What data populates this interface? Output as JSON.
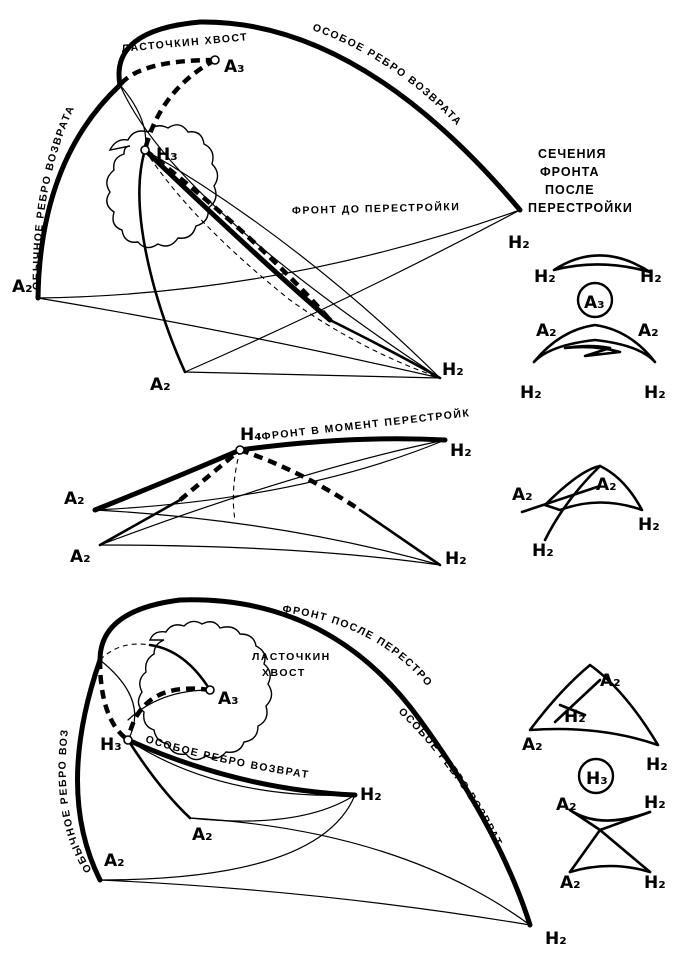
{
  "labels": {
    "a2": "A₂",
    "h2": "H₂",
    "a3": "A₃",
    "h3": "H₃",
    "h4": "H₄"
  },
  "captions": {
    "swallowtail": "ЛАСТОЧКИН ХВОСТ",
    "swallowtail_line1": "ЛАСТОЧКИН",
    "swallowtail_line2": "ХВОСТ",
    "special_edge": "ОСОБОЕ РЕБРО ВОЗВРАТА",
    "ordinary_edge": "ОБЫЧНОЕ РЕБРО ВОЗВРАТА",
    "front_before": "ФРОНТ ДО ПЕРЕСТРОЙКИ",
    "front_moment": "ФРОНТ В МОМЕНТ ПЕРЕСТРОЙКИ",
    "front_after": "ФРОНТ ПОСЛЕ ПЕРЕСТРОЙКИ",
    "sections_line1": "СЕЧЕНИЯ",
    "sections_line2": "ФРОНТА",
    "sections_line3": "ПОСЛЕ",
    "sections_line4": "ПЕРЕСТРОЙКИ"
  }
}
